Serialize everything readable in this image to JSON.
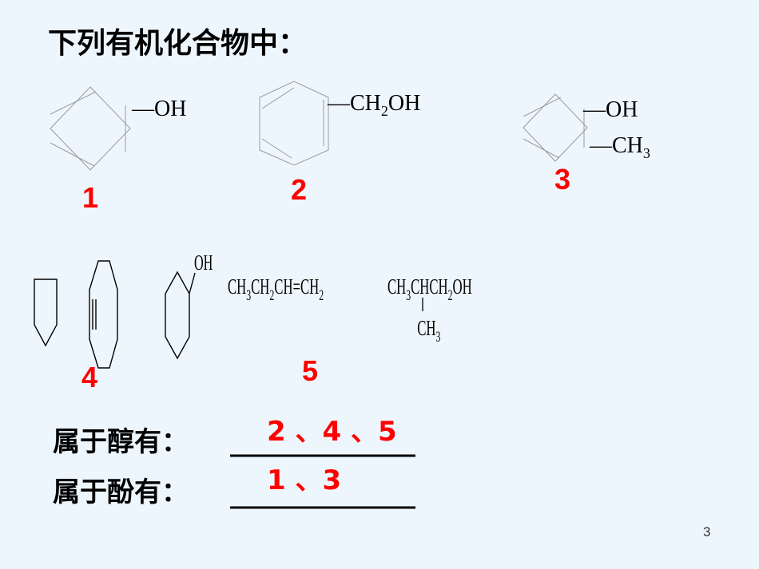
{
  "title": "下列有机化合物中：",
  "compounds": [
    {
      "label": "1",
      "groups": [
        "—OH"
      ]
    },
    {
      "label": "2",
      "groups": [
        "—CH",
        "2",
        "OH"
      ]
    },
    {
      "label": "3",
      "groups": [
        "—OH",
        "—CH",
        "3"
      ]
    },
    {
      "label": "4",
      "groups": [
        "OH"
      ]
    },
    {
      "label": "5",
      "formulas": [
        {
          "parts": [
            "CH",
            "3",
            "CH",
            "2",
            "CH=CH",
            "2"
          ]
        },
        {
          "parts": [
            "CH",
            "3",
            "CHCH",
            "2",
            "OH"
          ],
          "branch": [
            "CH",
            "3"
          ]
        }
      ]
    }
  ],
  "questions": [
    {
      "prompt": "属于醇有：",
      "answer": "2 、4 、5"
    },
    {
      "prompt": "属于酚有：",
      "answer": "1 、3"
    }
  ],
  "page_number": "3",
  "colors": {
    "background": "#eef6fd",
    "answer": "#ff0000"
  }
}
